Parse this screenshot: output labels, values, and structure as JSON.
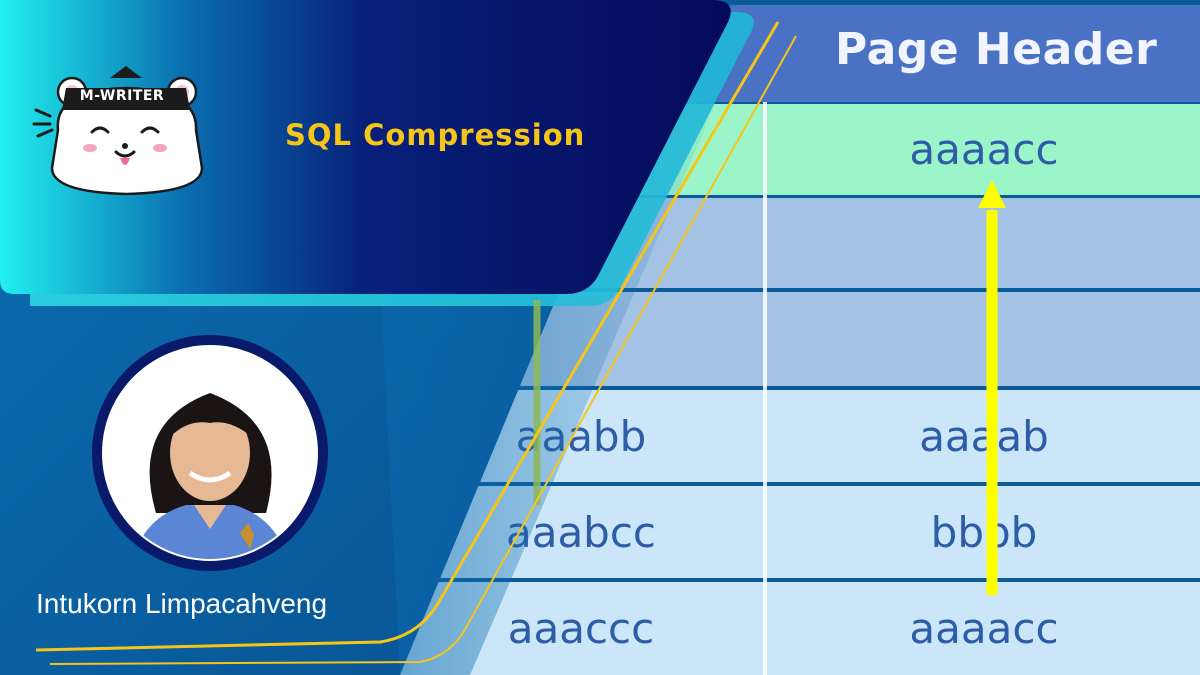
{
  "title": "SQL Compression",
  "logo_text": "M-WRITER",
  "author": "Intukorn Limpacahveng",
  "table": {
    "header": "Page Header",
    "rows": [
      {
        "col1": "",
        "col2": "aaaacc",
        "highlight": true
      },
      {
        "col1": "",
        "col2": ""
      },
      {
        "col1": "",
        "col2": ""
      },
      {
        "col1": "aaabb",
        "col2": "aaaab"
      },
      {
        "col1": "aaabcc",
        "col2": "bbbb"
      },
      {
        "col1": "aaaccc",
        "col2": "aaaacc"
      }
    ]
  },
  "colors": {
    "accent_yellow": "#f5c518",
    "header_blue": "#4a72c4",
    "highlight_green": "#9cf5c8",
    "cell_light": "#cbe6f8",
    "cell_mid": "#a4c3e4",
    "navy": "#0c0b5e",
    "cyan": "#1ee8f0"
  },
  "icons": [
    "mouse-mascot-icon",
    "arrow-up-icon"
  ]
}
